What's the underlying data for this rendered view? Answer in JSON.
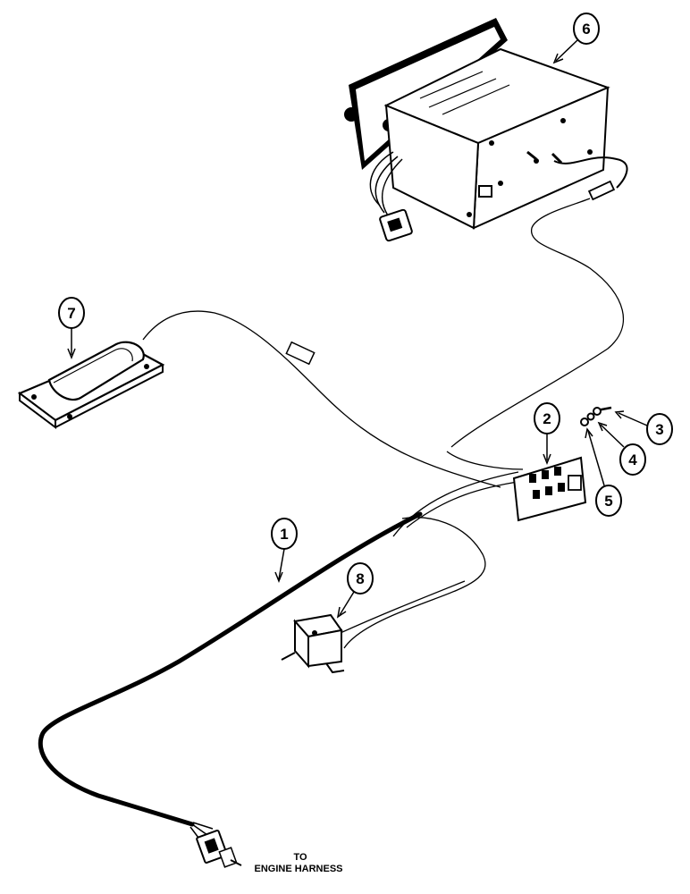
{
  "callouts": {
    "harness": "1",
    "circuit_board": "2",
    "screw": "3",
    "lock_washer": "4",
    "flat_washer": "5",
    "radio_unit": "6",
    "speaker": "7",
    "switch": "8"
  },
  "note": {
    "line1": "TO",
    "line2": "ENGINE HARNESS"
  }
}
